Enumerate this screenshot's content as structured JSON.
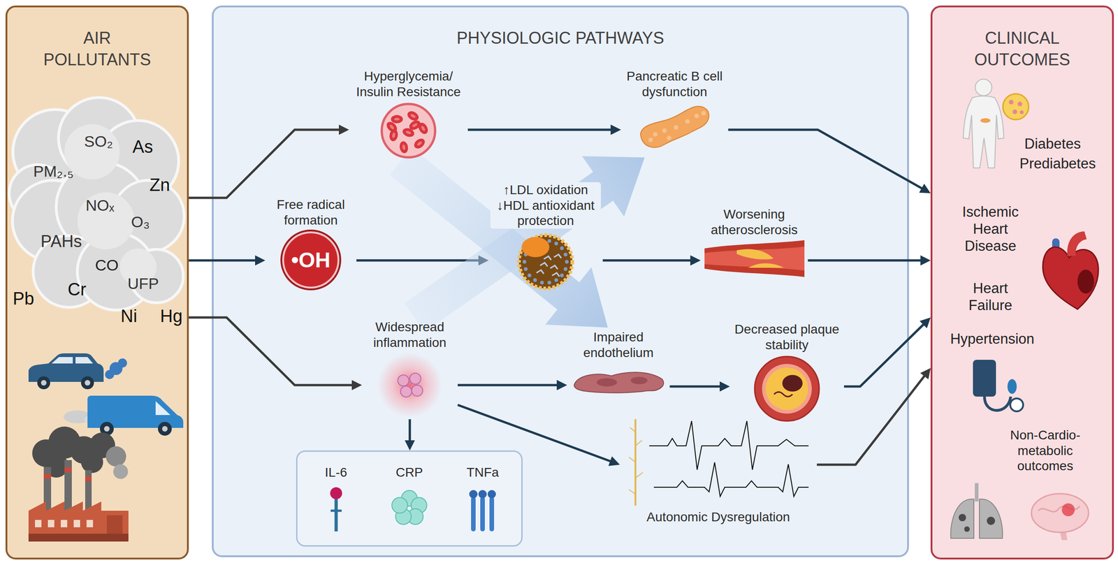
{
  "diagram": {
    "nodes": [
      {
        "text": [
          "AIR POLLUTANTS"
        ]
      },
      {
        "text": [
          "PHYSIOLOGIC PATHWAYS"
        ]
      },
      {
        "text": [
          "CLINICAL OUTCOMES"
        ]
      },
      {
        "text": [
          "Hyperglycemia/ Insulin Resistance"
        ],
        "in": 1
      },
      {
        "text": [
          "Pancreatic B cell dysfunction"
        ],
        "in": 1
      },
      {
        "text": [
          "Free radical formation",
          "•OH"
        ],
        "in": 1
      },
      {
        "text": [
          "↑LDL oxidation ↓HDL antioxidant protection"
        ],
        "in": 1
      },
      {
        "text": [
          "Worsening atherosclerosis"
        ],
        "in": 1
      },
      {
        "text": [
          "Widespread inflammation"
        ],
        "in": 1
      },
      {
        "text": [
          "Impaired endothelium"
        ],
        "in": 1
      },
      {
        "text": [
          "Decreased plaque stability"
        ],
        "in": 1
      },
      {
        "text": [
          "Autonomic Dysregulation"
        ],
        "in": 1
      },
      {
        "text": [
          "IL-6",
          "CRP",
          "TNFa"
        ],
        "in": 1
      }
    ],
    "edges": [
      {
        "from": 0,
        "to": 3,
        "arrow": "to"
      },
      {
        "from": 0,
        "to": 5,
        "arrow": "to"
      },
      {
        "from": 0,
        "to": 8,
        "arrow": "to"
      },
      {
        "from": 3,
        "to": 4,
        "arrow": "to"
      },
      {
        "from": 4,
        "to": 2,
        "arrow": "to"
      },
      {
        "from": 5,
        "to": 6,
        "arrow": "to"
      },
      {
        "from": 6,
        "to": 7,
        "arrow": "to"
      },
      {
        "from": 7,
        "to": 2,
        "arrow": "to"
      },
      {
        "from": 8,
        "to": 9,
        "arrow": "to"
      },
      {
        "from": 9,
        "to": 10,
        "arrow": "to"
      },
      {
        "from": 10,
        "to": 2,
        "arrow": "to"
      },
      {
        "from": 8,
        "to": 11,
        "arrow": "to"
      },
      {
        "from": 11,
        "to": 2,
        "arrow": "to"
      },
      {
        "from": 8,
        "to": 12,
        "arrow": "to"
      },
      {
        "from": 3,
        "to": 9,
        "arrow": "to"
      },
      {
        "from": 8,
        "to": 4,
        "arrow": "to"
      }
    ],
    "labels": [
      "SO₂",
      "As",
      "PM₂.₅",
      "Zn",
      "NOₓ",
      "O₃",
      "PAHs",
      "CO",
      "UFP",
      "Cr",
      "Pb",
      "Ni",
      "Hg",
      "Diabetes",
      "Prediabetes",
      "Ischemic Heart Disease",
      "Heart Failure",
      "Hypertension",
      "Non-Cardio-metabolic outcomes"
    ]
  }
}
